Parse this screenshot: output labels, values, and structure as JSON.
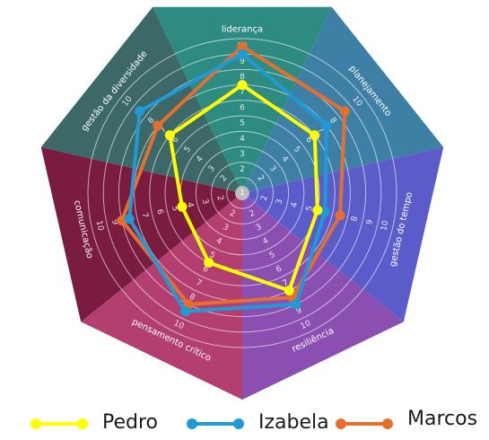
{
  "chart_data": {
    "type": "radar",
    "categories": [
      "liderança",
      "planejamento",
      "gestão do tempo",
      "resiliência",
      "pensamento crítico",
      "comunicação",
      "gestão da diversidade"
    ],
    "rmax": 10,
    "ring_labels": [
      "1",
      "2",
      "3",
      "4",
      "5",
      "6",
      "7",
      "8",
      "9",
      "10"
    ],
    "series": [
      {
        "name": "Pedro",
        "color": "#ffff00",
        "values": [
          7,
          6,
          5,
          7,
          5,
          4,
          6
        ]
      },
      {
        "name": "Izabela",
        "color": "#1f9ad6",
        "values": [
          9,
          7,
          5.5,
          8,
          8.5,
          7.5,
          8.5
        ]
      },
      {
        "name": "Marcos",
        "color": "#e56f2e",
        "values": [
          9.5,
          8.5,
          6.5,
          7.5,
          8,
          8,
          7
        ]
      }
    ],
    "sector_colors": [
      "#2e8b82",
      "#3e7fa6",
      "#5b5cc9",
      "#8a4fb0",
      "#b33f70",
      "#7a1c40",
      "#3d6868"
    ],
    "grid": true,
    "legend_position": "bottom"
  }
}
